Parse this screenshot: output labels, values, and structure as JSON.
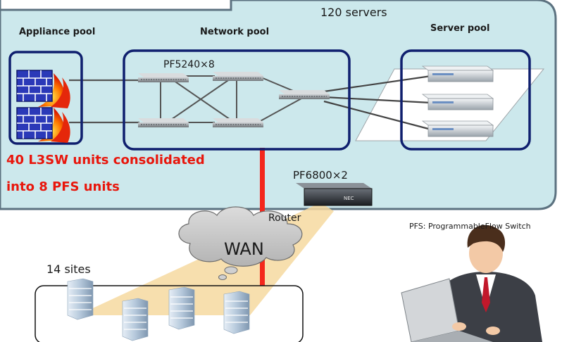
{
  "labels": {
    "servers_count": "120 servers",
    "appliance_pool": "Appliance pool",
    "network_pool": "Network pool",
    "server_pool": "Server pool",
    "pf5240": "PF5240×8",
    "pf6800": "PF6800×2",
    "consolidation_line1": "40 L3SW units consolidated",
    "consolidation_line2": "into 8 PFS units",
    "router": "Router",
    "wan": "WAN",
    "sites": "14 sites",
    "pfs_note": "PFS: ProgrammableFlow Switch",
    "router_brand": "NEC"
  },
  "colors": {
    "datacenter_fill": "#cce8ec",
    "datacenter_border": "#5c7280",
    "pool_border": "#0f1f6e",
    "highlight_red": "#e8160c",
    "trunk_red": "#f4271c",
    "wan_cloud": "#c8c8c8",
    "beam": "#f6d9a0"
  },
  "icons": [
    "firewall-icon",
    "switch-icon",
    "rack-server-icon",
    "router-icon",
    "cloud-icon",
    "building-icon",
    "person-at-laptop-icon"
  ]
}
